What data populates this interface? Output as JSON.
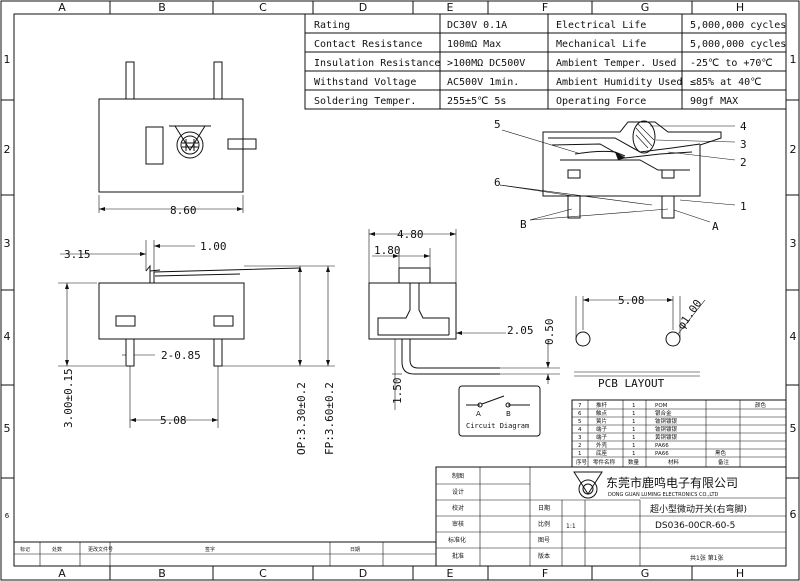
{
  "border": {
    "cols": [
      "A",
      "B",
      "C",
      "D",
      "E",
      "F",
      "G",
      "H"
    ],
    "rows": [
      "1",
      "2",
      "3",
      "4",
      "5",
      "6"
    ]
  },
  "specs": [
    {
      "label": "Rating",
      "value": "DC30V 0.1A",
      "label2": "Electrical Life",
      "value2": "5,000,000 cycles"
    },
    {
      "label": "Contact Resistance",
      "value": "100mΩ  Max",
      "label2": "Mechanical Life",
      "value2": "5,000,000 cycles"
    },
    {
      "label": "Insulation Resistance",
      "value": ">100MΩ  DC500V",
      "label2": "Ambient Temper. Used",
      "value2": "-25℃ to +70℃"
    },
    {
      "label": "Withstand Voltage",
      "value": "AC500V  1min.",
      "label2": "Ambient Humidity Used",
      "value2": "≤85% at 40℃"
    },
    {
      "label": "Soldering Temper.",
      "value": "255±5℃ 5s",
      "label2": "Operating Force",
      "value2": "90gf MAX"
    }
  ],
  "dims": {
    "d860": "8.60",
    "d315": "3.15",
    "d100": "1.00",
    "d285": "2-0.85",
    "d508a": "5.08",
    "d300": "3.00±0.15",
    "d330": "OP:3.30±0.2",
    "d360": "FP:3.60±0.2",
    "d480": "4.80",
    "d180": "1.80",
    "d205": "2.05",
    "d050": "0.50",
    "d150": "1.50",
    "d508b": "5.08",
    "phi": "φ1.00"
  },
  "callouts": [
    "1",
    "2",
    "3",
    "4",
    "5",
    "6",
    "A",
    "B",
    "1"
  ],
  "pcb_title": "PCB LAYOUT",
  "circuit": {
    "a": "A",
    "b": "B",
    "title": "Circuit Diagram"
  },
  "bom": {
    "rows": [
      [
        "7",
        "推杆",
        "1",
        "POM",
        ""
      ],
      [
        "6",
        "触点",
        "1",
        "银合金",
        ""
      ],
      [
        "5",
        "簧片",
        "1",
        "铍铜镀银",
        ""
      ],
      [
        "4",
        "端子",
        "1",
        "铍铜镀银",
        ""
      ],
      [
        "3",
        "端子",
        "1",
        "黄铜镀银",
        ""
      ],
      [
        "2",
        "外壳",
        "1",
        "PA66",
        ""
      ],
      [
        "1",
        "底座",
        "1",
        "PA66",
        "黑色"
      ]
    ],
    "header": [
      "序号",
      "零件名称",
      "数量",
      "材料",
      "备注"
    ],
    "head_note": "颜色"
  },
  "titleblock": {
    "company_cn": "东莞市鹿鸣电子有限公司",
    "company_en": "DONG GUAN LUMING ELECTRONICS CO.,LTD",
    "product": "超小型微动开关(右弯脚)",
    "part_no": "DS036-00CR-60-5",
    "labels": [
      "制图",
      "设计",
      "校对",
      "审核",
      "标准化",
      "批准"
    ],
    "labels2": [
      "日期",
      "比例",
      "图号",
      "版本"
    ],
    "scale": "1:1",
    "sheet": "共1张 第1张",
    "rev": [
      "标记",
      "处数",
      "更改文件号",
      "签字",
      "日期"
    ]
  }
}
